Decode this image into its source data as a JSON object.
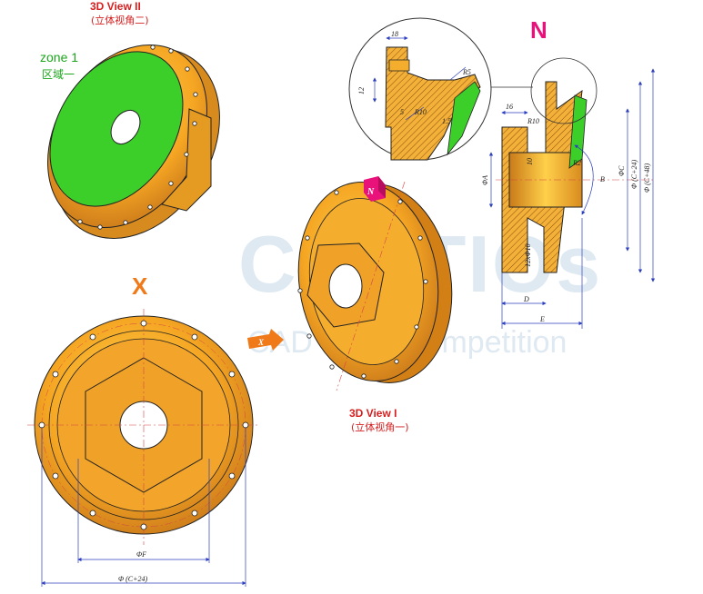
{
  "views": {
    "view2": {
      "title": "3D View II",
      "subtitle": "(立体视角二)"
    },
    "view1": {
      "title": "3D View I",
      "subtitle": "(立体视角一)"
    }
  },
  "zone": {
    "title": "zone 1",
    "subtitle": "区域一"
  },
  "labels": {
    "x_view": "X",
    "n_view": "N",
    "n_marker": "N",
    "x_marker": "X"
  },
  "watermark": {
    "logo": "CADTIOs",
    "tagline": "CAD Skills Competition"
  },
  "dims": {
    "phi_f": "ΦF",
    "phi_c24_bottom": "Φ (C+24)",
    "d18": "18",
    "d12": "12",
    "d5": "5",
    "r5": "R5",
    "r10_detail": "R10",
    "d1_5": "1.5",
    "d16": "16",
    "r10": "R10",
    "d10": "10",
    "phi_a": "ΦA",
    "r2": "R2",
    "b": "B",
    "phi_c": "ΦC",
    "phi_c24": "Φ (C+24)",
    "phi_c48": "Φ (C+48)",
    "holes": "12xΦ10",
    "d": "D",
    "e": "E"
  },
  "colors": {
    "part": "#f5a623",
    "zone": "#3ccf2a",
    "dim": "#2d3fbf",
    "accent": "#e8127a"
  }
}
